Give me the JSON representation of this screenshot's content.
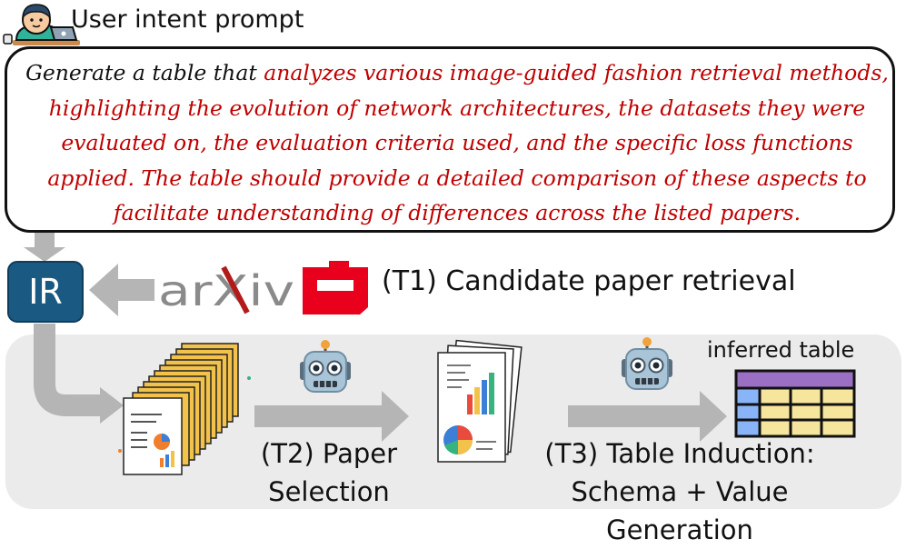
{
  "intent": {
    "label": "User intent prompt",
    "prompt_lead": "Generate a table that ",
    "prompt_highlight": "analyzes various image-guided fashion retrieval methods, highlighting the evolution of network architectures, the datasets they were evaluated on, the evaluation criteria used, and the specific loss functions applied. The table should provide a detailed comparison of these aspects to facilitate understanding of differences across the listed papers."
  },
  "retrieval": {
    "ir_label": "IR",
    "source_logo_text": "arXiv",
    "step_label": "(T1) Candidate paper retrieval"
  },
  "selection": {
    "step_label_line1": "(T2) Paper",
    "step_label_line2": "Selection"
  },
  "induction": {
    "step_label_line1": "(T3) Table Induction:",
    "step_label_line2": "Schema + Value Generation",
    "output_label": "inferred table"
  },
  "icons": {
    "user": "user-at-laptop-icon",
    "robot": "robot-face-icon",
    "documents": "document-stack-icon",
    "selected_documents": "selected-document-stack-icon",
    "table": "table-icon",
    "source_logo": "semantic-scholar-logo"
  },
  "colors": {
    "prompt_highlight": "#c00000",
    "ir_box": "#1a5a82",
    "arrow": "#b5b5b5",
    "panel": "#ebebeb",
    "logo_red": "#e8001c",
    "table_header": "#9a6fc4"
  }
}
